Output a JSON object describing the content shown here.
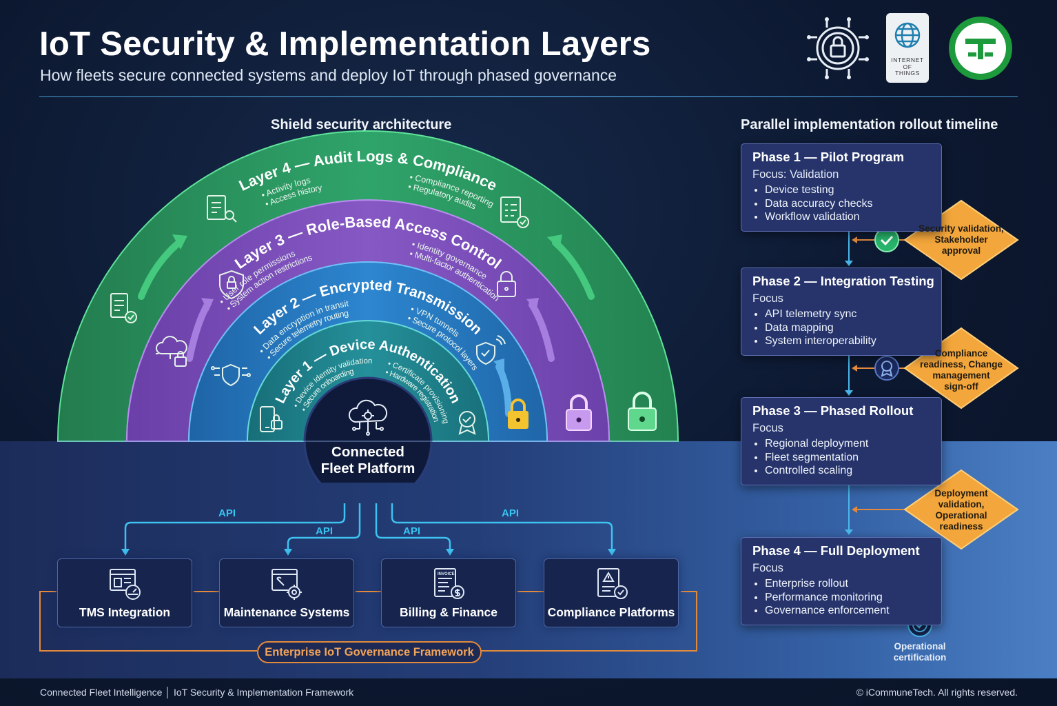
{
  "header": {
    "title": "IoT Security & Implementation Layers",
    "subtitle": "How fleets secure connected systems and deploy IoT through phased governance",
    "iot_badge": [
      "INTERNET",
      "OF",
      "THINGS"
    ]
  },
  "shield": {
    "section_title": "Shield security architecture",
    "layers": [
      {
        "title": "Layer 1 — Device Authentication",
        "left": [
          "• Device identity validation",
          "• Secure onboarding"
        ],
        "right": [
          "• Certificate provisioning",
          "• Hardware registration"
        ],
        "color": "#1f7f86"
      },
      {
        "title": "Layer 2 — Encrypted Transmission",
        "left": [
          "• Data encryption in transit",
          "• Secure telemetry routing"
        ],
        "right": [
          "• VPN tunnels",
          "• Secure protocol layers"
        ],
        "color": "#2577b8"
      },
      {
        "title": "Layer 3 — Role-Based Access Control",
        "left": [
          "• User role permissions",
          "• System action restrictions"
        ],
        "right": [
          "• Identity governance",
          "• Multi-factor authentication"
        ],
        "color": "#7a4fb6"
      },
      {
        "title": "Layer 4 — Audit Logs & Compliance",
        "left": [
          "• Activity logs",
          "• Access history"
        ],
        "right": [
          "• Compliance reporting",
          "• Regulatory audits"
        ],
        "color": "#2d9a5e"
      }
    ],
    "hub_line1": "Connected",
    "hub_line2": "Fleet Platform"
  },
  "integrations": {
    "api_label": "API",
    "cards": [
      {
        "label": "TMS Integration",
        "icon": "dashboard-gauge-icon"
      },
      {
        "label": "Maintenance Systems",
        "icon": "wrench-gear-icon"
      },
      {
        "label": "Billing & Finance",
        "icon": "invoice-dollar-icon"
      },
      {
        "label": "Compliance Platforms",
        "icon": "document-check-icon"
      }
    ],
    "invoice_text": "INVOICE",
    "governance": "Enterprise IoT Governance Framework"
  },
  "timeline": {
    "section_title": "Parallel implementation rollout timeline",
    "phases": [
      {
        "title": "Phase 1 — Pilot Program",
        "focus": "Focus: Validation",
        "items": [
          "Device testing",
          "Data accuracy checks",
          "Workflow validation"
        ]
      },
      {
        "title": "Phase 2 — Integration Testing",
        "focus": "Focus",
        "items": [
          "API telemetry sync",
          "Data mapping",
          "System interoperability"
        ]
      },
      {
        "title": "Phase 3 — Phased Rollout",
        "focus": "Focus",
        "items": [
          "Regional deployment",
          "Fleet segmentation",
          "Controlled scaling"
        ]
      },
      {
        "title": "Phase 4 — Full Deployment",
        "focus": "Focus",
        "items": [
          "Enterprise rollout",
          "Performance monitoring",
          "Governance enforcement"
        ]
      }
    ],
    "gates": [
      [
        "Security validation,",
        "Stakeholder",
        "approval"
      ],
      [
        "Compliance",
        "readiness, Change",
        "management",
        "sign-off"
      ],
      [
        "Deployment",
        "validation,",
        "Operational",
        "readiness"
      ]
    ],
    "certification": [
      "Operational",
      "certification"
    ],
    "gate_color": "#f3a63b"
  },
  "footer": {
    "left": "Connected Fleet Intelligence  │ IoT Security & Implementation Framework",
    "right": "© iCommuneTech. All rights reserved."
  }
}
